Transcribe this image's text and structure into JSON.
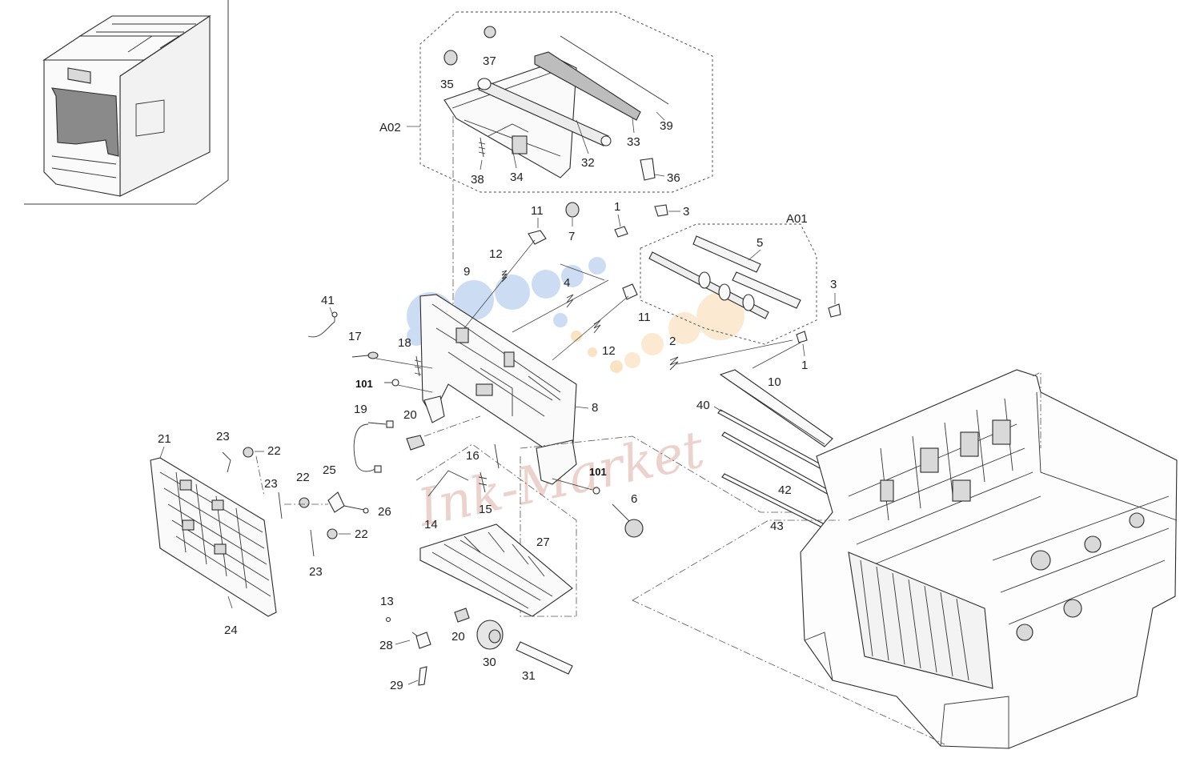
{
  "diagram": {
    "group_labels": {
      "a01": "A01",
      "a02": "A02"
    },
    "callouts": {
      "c1a": "1",
      "c1b": "1",
      "c2": "2",
      "c3a": "3",
      "c3b": "3",
      "c4": "4",
      "c5": "5",
      "c6": "6",
      "c7": "7",
      "c8": "8",
      "c9": "9",
      "c10": "10",
      "c11a": "11",
      "c11b": "11",
      "c12a": "12",
      "c12b": "12",
      "c13": "13",
      "c14": "14",
      "c15": "15",
      "c16": "16",
      "c17": "17",
      "c18": "18",
      "c19": "19",
      "c20a": "20",
      "c20b": "20",
      "c21": "21",
      "c22a": "22",
      "c22b": "22",
      "c22c": "22",
      "c23a": "23",
      "c23b": "23",
      "c23c": "23",
      "c24": "24",
      "c25": "25",
      "c26": "26",
      "c27": "27",
      "c28": "28",
      "c29": "29",
      "c30": "30",
      "c31": "31",
      "c32": "32",
      "c33": "33",
      "c34": "34",
      "c35": "35",
      "c36": "36",
      "c37": "37",
      "c38": "38",
      "c39": "39",
      "c40": "40",
      "c41": "41",
      "c42": "42",
      "c43": "43",
      "c101a": "101",
      "c101b": "101"
    },
    "watermark": "Ink-Market",
    "colors": {
      "line": "#2a2a2a",
      "watermark_red": "#c97f72",
      "dot_blue": "#9fbfe8",
      "dot_orange": "#f7cf9a"
    }
  }
}
